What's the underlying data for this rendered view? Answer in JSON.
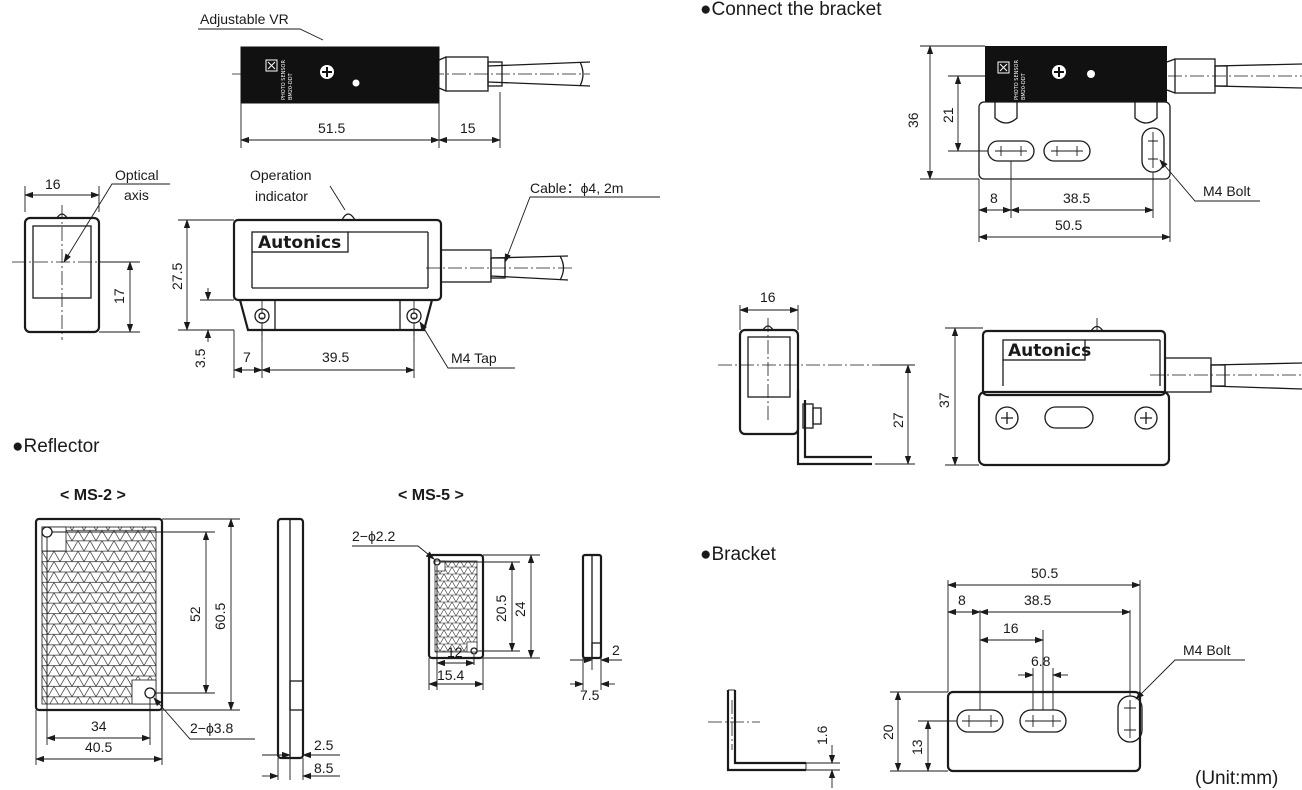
{
  "headings": {
    "connect_bracket": "●Connect the bracket",
    "reflector": "●Reflector",
    "bracket": "●Bracket",
    "ms2": "< MS-2 >",
    "ms5": "< MS-5 >",
    "unit": "(Unit:mm)"
  },
  "labels": {
    "adjustable_vr": "Adjustable VR",
    "optical_axis_1": "Optical",
    "optical_axis_2": "axis",
    "operation_indicator_1": "Operation",
    "operation_indicator_2": "indicator",
    "cable": "Cable：ϕ4, 2m",
    "m4_tap": "M4 Tap",
    "m4_bolt_1": "M4 Bolt",
    "m4_bolt_2": "M4 Bolt",
    "ms2_holes": "2−ϕ3.8",
    "ms5_holes": "2−ϕ2.2",
    "logo": "Autonics",
    "sensor_model": "BM20-DDT",
    "sensor_name": "PHOTO SENSOR"
  },
  "dimensions": {
    "top_width": "51.5",
    "top_cable": "15",
    "side_width": "16",
    "side_height": "17",
    "front_height": "27.5",
    "front_base": "3.5",
    "front_left": "7",
    "front_pitch": "39.5",
    "cb_height": "36",
    "cb_height2": "21",
    "cb_left": "8",
    "cb_pitch": "38.5",
    "cb_width": "50.5",
    "cb_side_width": "16",
    "cb_side_height": "27",
    "cb_front_height": "37",
    "ms2_w1": "34",
    "ms2_w2": "40.5",
    "ms2_h1": "52",
    "ms2_h2": "60.5",
    "ms2_d1": "2.5",
    "ms2_d2": "8.5",
    "ms5_h1": "20.5",
    "ms5_h2": "24",
    "ms5_w1": "12",
    "ms5_w2": "15.4",
    "ms5_d1": "2",
    "ms5_d2": "7.5",
    "br_width": "50.5",
    "br_left": "8",
    "br_pitch": "38.5",
    "br_slot_pos": "16",
    "br_slot_len": "6.8",
    "br_h1": "20",
    "br_h2": "13",
    "br_thick": "1.6"
  }
}
